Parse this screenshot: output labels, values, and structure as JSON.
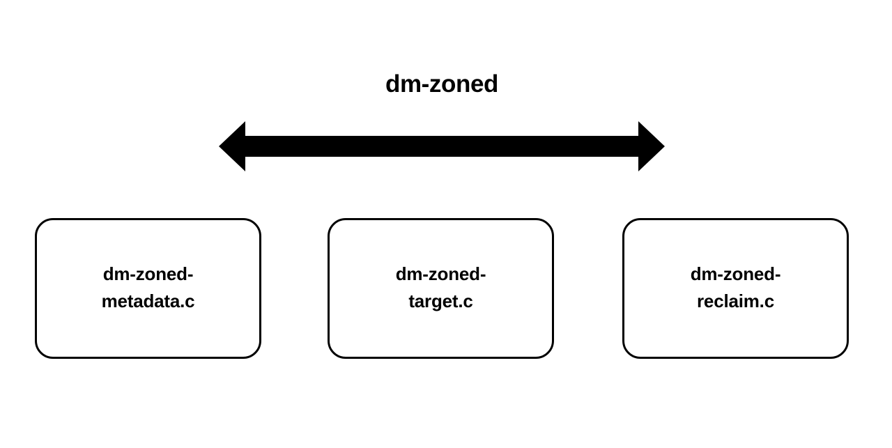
{
  "diagram": {
    "type": "block-diagram",
    "title": "dm-zoned",
    "background_color": "#ffffff",
    "stroke_color": "#000000",
    "arrow": {
      "name": "dm-zoned-scope-arrow",
      "style": "double-headed",
      "direction": "bidirectional",
      "color": "#000000",
      "label": "dm-zoned"
    },
    "boxes": [
      {
        "label": "dm-zoned-\nmetadata.c",
        "name": "dm-zoned-metadata-c"
      },
      {
        "label": "dm-zoned-\ntarget.c",
        "name": "dm-zoned-target-c"
      },
      {
        "label": "dm-zoned-\nreclaim.c",
        "name": "dm-zoned-reclaim-c"
      }
    ]
  }
}
